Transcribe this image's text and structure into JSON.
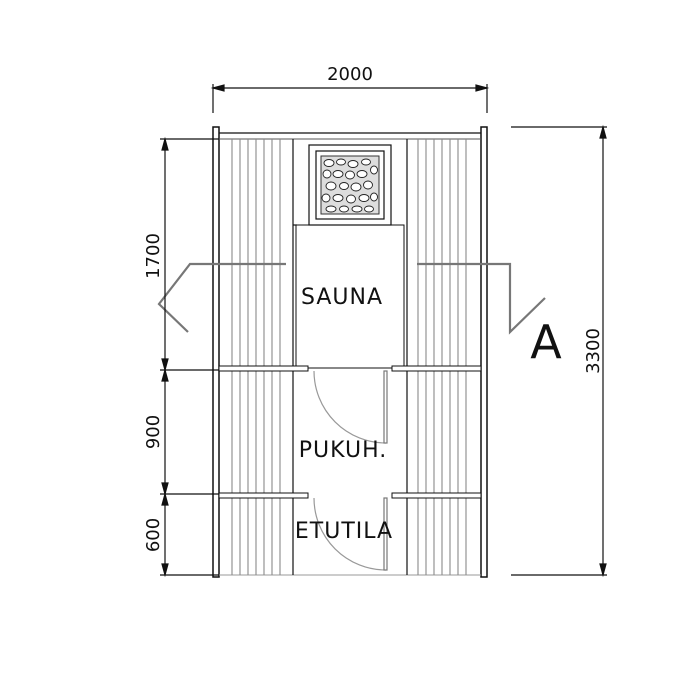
{
  "dimensions": {
    "width": "2000",
    "total_length": "3300",
    "sauna_length": "1700",
    "dressing_length": "900",
    "porch_length": "600"
  },
  "rooms": {
    "sauna": "SAUNA",
    "dressing": "PUKUH.",
    "porch": "ETUTILA"
  },
  "section_marker": "A",
  "colors": {
    "line": "#111111",
    "slat": "#8a8a8a",
    "section_line": "#777777",
    "door": "#999999"
  },
  "icons": {
    "stove": "sauna-stove-stones-icon"
  }
}
